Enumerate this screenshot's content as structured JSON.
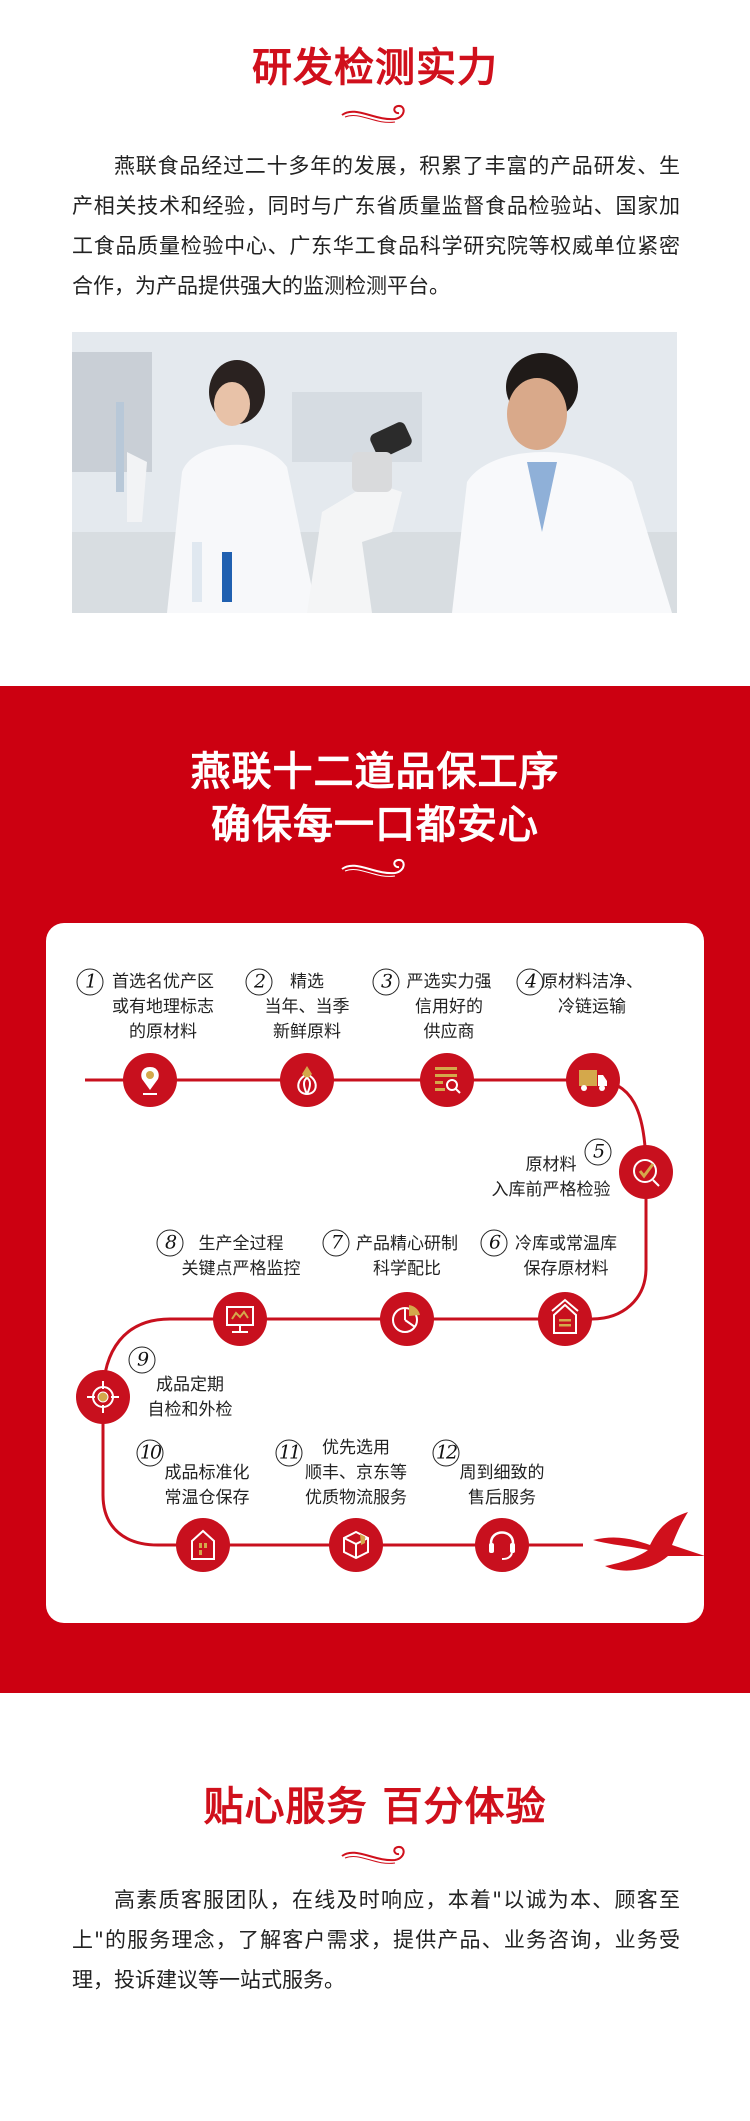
{
  "section_rd": {
    "title": "研发检测实力",
    "paragraph": "燕联食品经过二十多年的发展，积累了丰富的产品研发、生产相关技术和经验，同时与广东省质量监督食品检验站、国家加工食品质量检验中心、广东华工食品科学研究院等权威单位紧密合作，为产品提供强大的监测检测平台。"
  },
  "section_process": {
    "title_line1": "燕联十二道品保工序",
    "title_line2": "确保每一口都安心",
    "steps": [
      {
        "num": "1",
        "lines": [
          "首选名优产区",
          "或有地理标志",
          "的原材料"
        ],
        "icon": "location-pin-icon"
      },
      {
        "num": "2",
        "lines": [
          "精选",
          "当年、当季",
          "新鲜原料"
        ],
        "icon": "sprout-icon"
      },
      {
        "num": "3",
        "lines": [
          "严选实力强",
          "信用好的",
          "供应商"
        ],
        "icon": "list-search-icon"
      },
      {
        "num": "4",
        "lines": [
          "原材料洁净、",
          "冷链运输"
        ],
        "icon": "truck-icon"
      },
      {
        "num": "5",
        "lines": [
          "原材料",
          "入库前严格检验"
        ],
        "icon": "check-magnifier-icon"
      },
      {
        "num": "6",
        "lines": [
          "冷库或常温库",
          "保存原材料"
        ],
        "icon": "warehouse-icon"
      },
      {
        "num": "7",
        "lines": [
          "产品精心研制",
          "科学配比"
        ],
        "icon": "pie-chart-icon"
      },
      {
        "num": "8",
        "lines": [
          "生产全过程",
          "关键点严格监控"
        ],
        "icon": "monitor-icon"
      },
      {
        "num": "9",
        "lines": [
          "成品定期",
          "自检和外检"
        ],
        "icon": "target-icon"
      },
      {
        "num": "10",
        "lines": [
          "成品标准化",
          "常温仓保存"
        ],
        "icon": "storehouse-icon"
      },
      {
        "num": "11",
        "lines": [
          "优先选用",
          "顺丰、京东等",
          "优质物流服务"
        ],
        "icon": "package-icon"
      },
      {
        "num": "12",
        "lines": [
          "周到细致的",
          "售后服务"
        ],
        "icon": "headset-icon"
      }
    ]
  },
  "section_service": {
    "title": "贴心服务  百分体验",
    "paragraph": "高素质客服团队，在线及时响应，本着\"以诚为本、顾客至上\"的服务理念，了解客户需求，提供产品、业务咨询，业务受理，投诉建议等一站式服务。"
  },
  "colors": {
    "brand_red": "#cc0011",
    "icon_red": "#c8101e",
    "gold": "#d4a84b"
  }
}
